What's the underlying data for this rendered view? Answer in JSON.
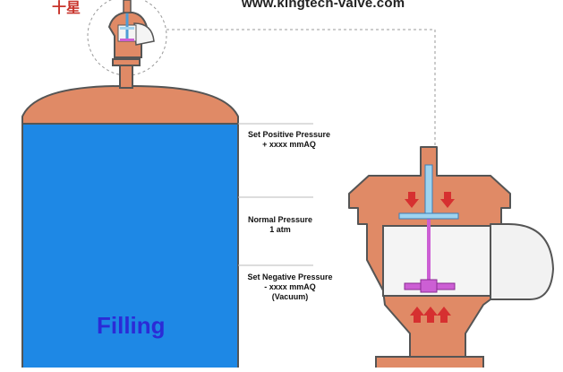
{
  "header": {
    "logo_char": "十星",
    "url": "www.kingtech-valve.com"
  },
  "pressure_labels": {
    "positive": {
      "line1": "Set Positive Pressure",
      "line2": "+ xxxx mmAQ"
    },
    "normal": {
      "line1": "Normal Pressure",
      "line2": "1 atm"
    },
    "negative": {
      "line1": "Set Negative Pressure",
      "line2": "- xxxx mmAQ",
      "line3": "(Vacuum)"
    }
  },
  "tank": {
    "label": "Filling"
  },
  "colors": {
    "valve_body": "#e08a66",
    "outline": "#555555",
    "liquid": "#1e88e5",
    "disc_top": "#9fd3ef",
    "disc_bottom": "#cc5fd4",
    "arrow": "#d63030",
    "text_blue": "#2b2bd6"
  }
}
